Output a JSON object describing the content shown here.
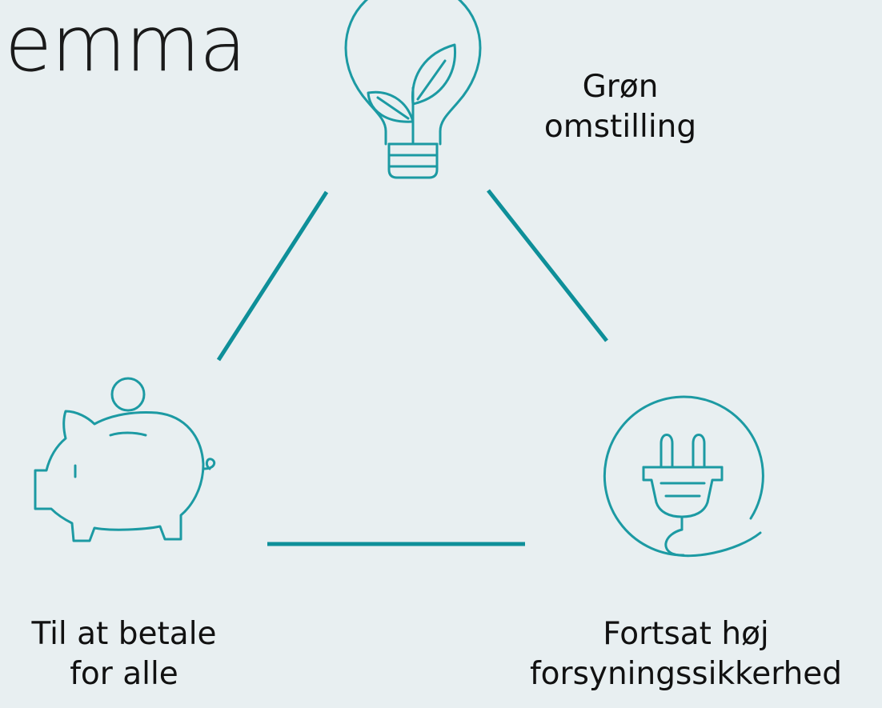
{
  "title": "ergiens\nemma",
  "nodes": {
    "top": {
      "label": "Grøn\nomstilling",
      "icon": "lightbulb-leaf-icon"
    },
    "left": {
      "label": "Til at betale\nfor alle",
      "icon": "piggy-bank-icon"
    },
    "right": {
      "label": "Fortsat høj\nforsyningssikkerhed",
      "icon": "power-plug-icon"
    }
  },
  "colors": {
    "background": "#e8eff1",
    "accent": "#0e8f99",
    "icon": "#1c9aa3",
    "text": "#111111"
  }
}
